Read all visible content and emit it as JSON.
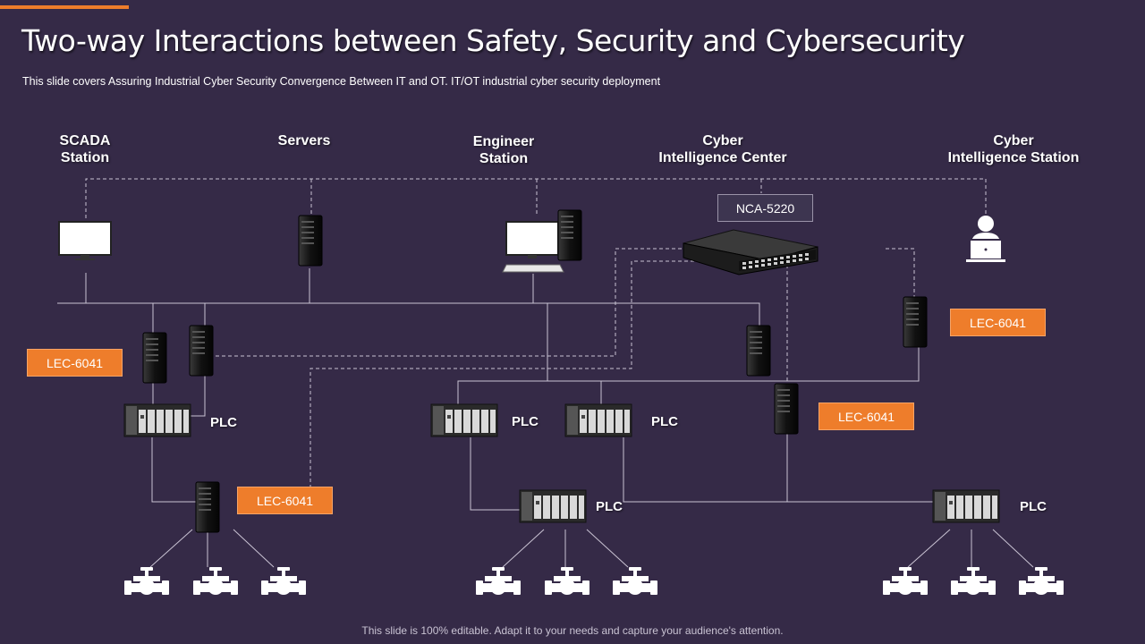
{
  "header": {
    "title": "Two-way Interactions between Safety, Security and Cybersecurity",
    "subtitle": "This slide covers Assuring Industrial Cyber Security Convergence  Between IT and OT.  IT/OT industrial cyber security deployment"
  },
  "nodes": {
    "scada": "SCADA\nStation",
    "servers": "Servers",
    "engineer": "Engineer\nStation",
    "cyber_center": "Cyber\nIntelligence Center",
    "cyber_station": "Cyber\nIntelligence Station"
  },
  "switch_label": "NCA-5220",
  "lec_label": "LEC-6041",
  "plc_label": "PLC",
  "footer": "This slide is 100% editable. Adapt it to your needs and capture your audience's attention.",
  "colors": {
    "background": "#352a47",
    "accent": "#ee7d2b"
  },
  "icons": [
    "monitor-icon",
    "server-tower-icon",
    "workstation-icon",
    "network-switch-icon",
    "user-laptop-icon",
    "plc-rack-icon",
    "valve-icon"
  ]
}
